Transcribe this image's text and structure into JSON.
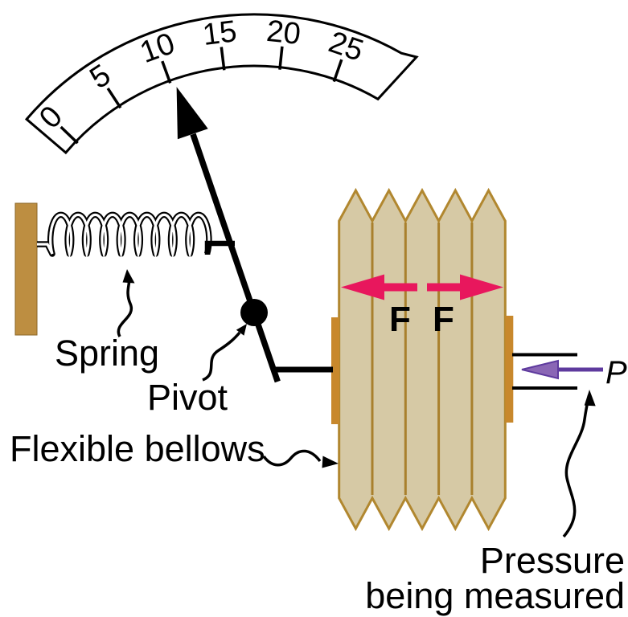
{
  "gauge": {
    "tick_labels": [
      "0",
      "5",
      "10",
      "15",
      "20",
      "25"
    ],
    "needle_points_near_value": "11"
  },
  "labels": {
    "spring": "Spring",
    "pivot": "Pivot",
    "flexible_bellows": "Flexible bellows",
    "pressure_line1": "Pressure",
    "pressure_line2": "being measured",
    "force_left": "F",
    "force_right": "F",
    "pressure_symbol": "P"
  },
  "colors": {
    "ink": "#000000",
    "scale_face": "#ffffff",
    "bellows_fill": "#d6c9a5",
    "bellows_line": "#b1872f",
    "crease_line": "#a9802d",
    "plate": "#c8882c",
    "wall_fill": "#bd8e41",
    "wall_edge": "#8a6526",
    "force_arrow": "#e8175d",
    "pressure_arrow_fill": "#8a66b5",
    "pressure_arrow_stroke": "#5e3a9e"
  }
}
